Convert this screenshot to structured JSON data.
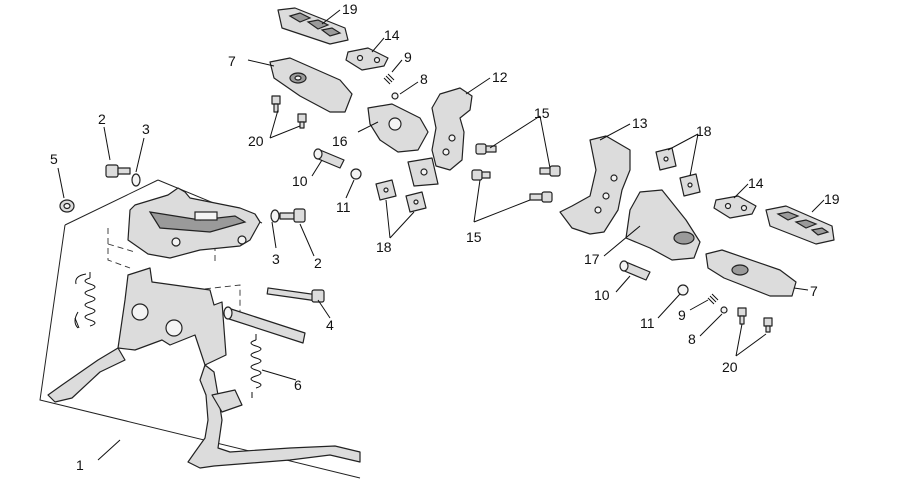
{
  "callouts": {
    "c1": "1",
    "c2a": "2",
    "c2b": "2",
    "c3a": "3",
    "c3b": "3",
    "c4": "4",
    "c5": "5",
    "c6": "6",
    "c7a": "7",
    "c7b": "7",
    "c8a": "8",
    "c8b": "8",
    "c9a": "9",
    "c9b": "9",
    "c10a": "10",
    "c10b": "10",
    "c11a": "11",
    "c11b": "11",
    "c12": "12",
    "c13": "13",
    "c14a": "14",
    "c14b": "14",
    "c15a": "15",
    "c15b": "15",
    "c16": "16",
    "c17": "17",
    "c18a": "18",
    "c18b": "18",
    "c19a": "19",
    "c19b": "19",
    "c20a": "20",
    "c20b": "20"
  }
}
